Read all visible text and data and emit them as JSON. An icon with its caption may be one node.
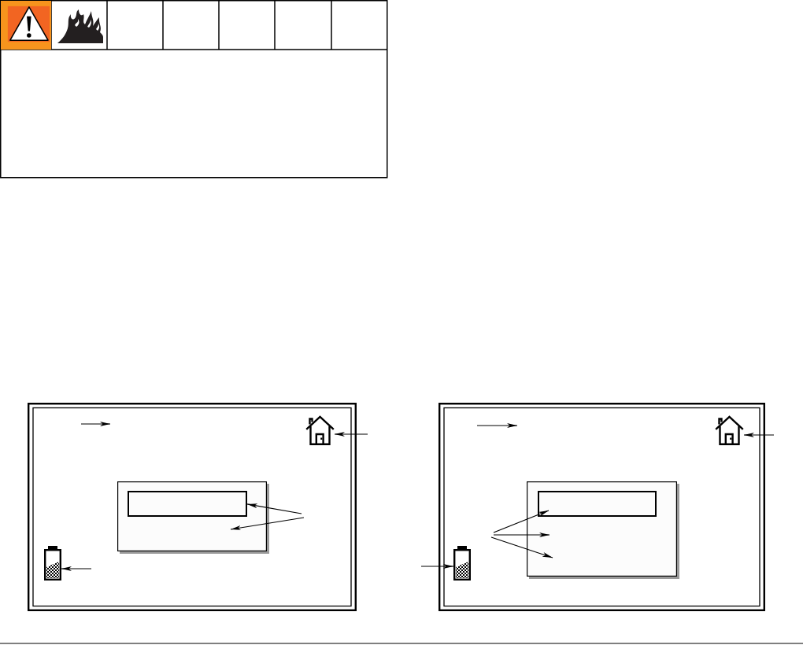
{
  "diagram": {
    "nodes": [
      {
        "text": [],
        "shape": "box"
      },
      {
        "text": [],
        "shape": "picture",
        "in": 0
      },
      {
        "text": [],
        "shape": "box",
        "in": 0
      },
      {
        "text": [],
        "shape": "box",
        "in": 2
      },
      {
        "text": [],
        "shape": "picture",
        "in": 0
      },
      {
        "text": [],
        "shape": "box"
      },
      {
        "text": [],
        "shape": "picture",
        "in": 5
      },
      {
        "text": [],
        "shape": "box",
        "in": 5
      },
      {
        "text": [],
        "shape": "box",
        "in": 7
      },
      {
        "text": [],
        "shape": "picture",
        "in": 5
      }
    ],
    "edges": [
      {
        "from": null,
        "to": 0,
        "arrow": "to"
      },
      {
        "from": null,
        "to": 1,
        "arrow": "to"
      },
      {
        "from": null,
        "to": 3,
        "arrow": "to"
      },
      {
        "from": null,
        "to": 2,
        "arrow": "to"
      },
      {
        "from": null,
        "to": 4,
        "arrow": "to"
      },
      {
        "from": null,
        "to": 5,
        "arrow": "to"
      },
      {
        "from": null,
        "to": 6,
        "arrow": "to"
      },
      {
        "from": null,
        "to": 8,
        "arrow": "to"
      },
      {
        "from": null,
        "to": 7,
        "arrow": "to"
      },
      {
        "from": null,
        "to": 7,
        "arrow": "to"
      },
      {
        "from": null,
        "to": 9,
        "arrow": "to"
      }
    ]
  }
}
